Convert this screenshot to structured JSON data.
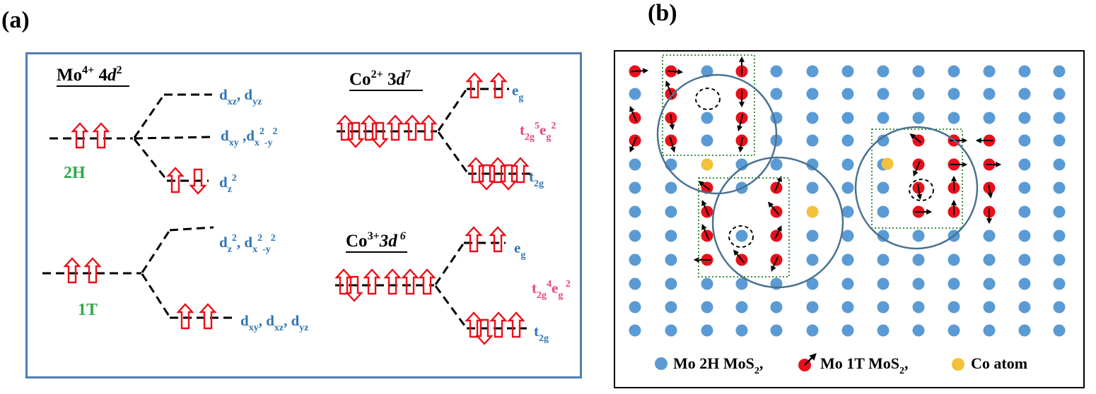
{
  "panel_a": {
    "label": "(a)",
    "mo_title": {
      "base": "Mo",
      "charge": "4+",
      "shell": " 4",
      "orbital": "d",
      "count": "2"
    },
    "label_2h": "2H",
    "label_1t": "1T",
    "orb_2h_top": "d<sub>xz</sub>, d<sub>yz</sub>",
    "orb_2h_mid": "d<sub>xy</sub> ,d<sub>x</sub><sup>2</sup><sub>-y</sub><sup>2</sup>",
    "orb_2h_bot": "d<sub>z</sub><sup>2</sup>",
    "orb_1t_top": "d<sub>z</sub><sup>2</sup>, d<sub>x</sub><sup>2</sup><sub>-y</sub><sup>2</sup>",
    "orb_1t_bot": "d<sub>xy</sub>, d<sub>xz</sub>, d<sub>yz</sub>",
    "co2_title": {
      "base": "Co",
      "charge": "2+",
      "shell": " 3",
      "orbital": "d",
      "count": "7"
    },
    "co3_title": {
      "base": "Co",
      "charge": "3+",
      "shell": "3",
      "orbital": "d",
      "count": " 6"
    },
    "eg_label": "e<sub>g</sub>",
    "t2g_label": "t<sub>2g</sub>",
    "co2_config": "t<sub>2g</sub><sup>5</sup>e<sub>g</sub><sup>2</sup>",
    "co3_config": "t<sub>2g</sub><sup>4</sup>e<sub>g</sub><sup> 2</sup>"
  },
  "panel_b": {
    "label": "(b)",
    "legend": [
      {
        "icon": "blue-dot",
        "text": "Mo 2H MoS<sub>2</sub>,"
      },
      {
        "icon": "red-dot-arrow",
        "text": "Mo 1T MoS<sub>2</sub>,"
      },
      {
        "icon": "yellow-dot",
        "text": "Co atom"
      }
    ]
  },
  "colors": {
    "frame_a": "#4f7fae",
    "orbital_text": "#2e74b5",
    "config_text": "#e8427e",
    "phase_text": "#2eaa4a",
    "spin_arrow": "#e8101a",
    "mo_2h": "#5b9bd5",
    "mo_1t": "#e8101a",
    "co_atom": "#f3c13a",
    "cluster_box": "#3f8f3f"
  }
}
